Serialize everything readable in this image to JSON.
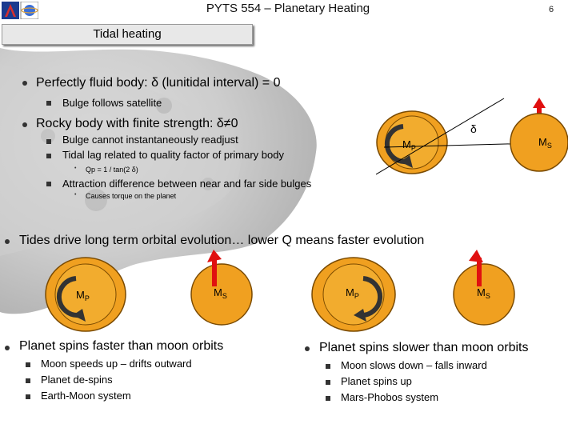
{
  "header": {
    "title": "PYTS 554 – Planetary Heating",
    "page_number": "6"
  },
  "section_title": "Tidal heating",
  "bullets": {
    "fluid": "Perfectly fluid body: δ (lunitidal interval) = 0",
    "fluid_sub1": "Bulge follows satellite",
    "rocky": "Rocky body with finite strength: δ≠0",
    "rocky_sub1": "Bulge cannot instantaneously readjust",
    "rocky_sub2": "Tidal lag related to quality factor of primary body",
    "rocky_sub2_detail": "Qp = 1 / tan(2 δ)",
    "rocky_sub3": "Attraction difference between near and far side bulges",
    "rocky_sub3_detail": "Causes torque on the planet",
    "tides": "Tides drive long term orbital evolution…  lower Q means faster evolution",
    "faster": "Planet spins faster than moon orbits",
    "faster_items": [
      "Moon speeds up – drifts outward",
      "Planet de-spins",
      "Earth-Moon system"
    ],
    "slower": "Planet spins slower than moon orbits",
    "slower_items": [
      "Moon slows down – falls inward",
      "Planet spins up",
      "Mars-Phobos system"
    ]
  },
  "diagram_labels": {
    "planet": "M",
    "planet_sub": "P",
    "satellite": "M",
    "satellite_sub": "S",
    "delta": "δ"
  },
  "colors": {
    "planet_fill": "#f0a020",
    "moon_fill": "#f0a020",
    "arrow_red": "#e01010",
    "rock_gray": "#bdbdbd"
  }
}
